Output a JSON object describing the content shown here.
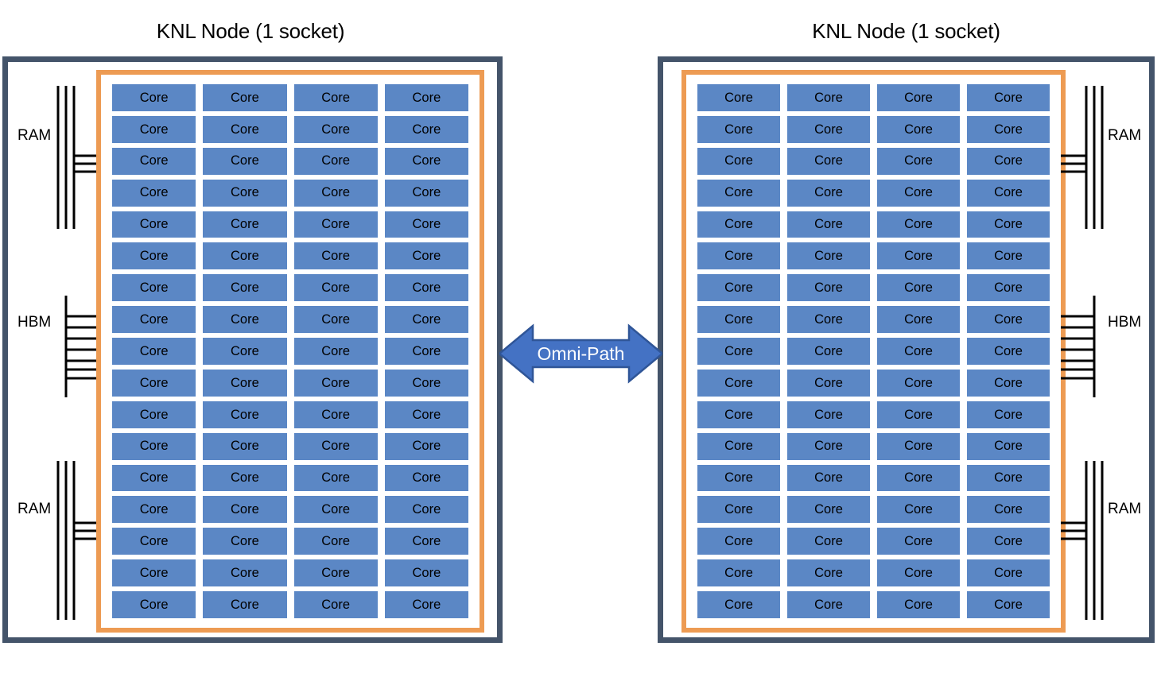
{
  "diagram": {
    "title_left": "KNL Node (1 socket)",
    "title_right": "KNL Node (1 socket)",
    "core_label": "Core",
    "core_rows": 17,
    "core_cols": 4,
    "core_count_per_node": 68,
    "interconnect_label": "Omni-Path",
    "colors": {
      "node_border": "#44546A",
      "core_group_border": "#ED9B53",
      "core_fill": "#5B87C5",
      "arrow_fill": "#4472C4",
      "arrow_border": "#2F5597",
      "arrow_text": "#FFFFFF",
      "background": "#FFFFFF",
      "text": "#000000"
    }
  },
  "left_node": {
    "title": "KNL Node (1 socket)",
    "memories": [
      {
        "label": "RAM",
        "kind": "ram",
        "position": "top"
      },
      {
        "label": "HBM",
        "kind": "hbm",
        "position": "middle"
      },
      {
        "label": "RAM",
        "kind": "ram",
        "position": "bottom"
      }
    ],
    "cores": [
      [
        "Core",
        "Core",
        "Core",
        "Core"
      ],
      [
        "Core",
        "Core",
        "Core",
        "Core"
      ],
      [
        "Core",
        "Core",
        "Core",
        "Core"
      ],
      [
        "Core",
        "Core",
        "Core",
        "Core"
      ],
      [
        "Core",
        "Core",
        "Core",
        "Core"
      ],
      [
        "Core",
        "Core",
        "Core",
        "Core"
      ],
      [
        "Core",
        "Core",
        "Core",
        "Core"
      ],
      [
        "Core",
        "Core",
        "Core",
        "Core"
      ],
      [
        "Core",
        "Core",
        "Core",
        "Core"
      ],
      [
        "Core",
        "Core",
        "Core",
        "Core"
      ],
      [
        "Core",
        "Core",
        "Core",
        "Core"
      ],
      [
        "Core",
        "Core",
        "Core",
        "Core"
      ],
      [
        "Core",
        "Core",
        "Core",
        "Core"
      ],
      [
        "Core",
        "Core",
        "Core",
        "Core"
      ],
      [
        "Core",
        "Core",
        "Core",
        "Core"
      ],
      [
        "Core",
        "Core",
        "Core",
        "Core"
      ],
      [
        "Core",
        "Core",
        "Core",
        "Core"
      ]
    ]
  },
  "right_node": {
    "title": "KNL Node (1 socket)",
    "memories": [
      {
        "label": "RAM",
        "kind": "ram",
        "position": "top"
      },
      {
        "label": "HBM",
        "kind": "hbm",
        "position": "middle"
      },
      {
        "label": "RAM",
        "kind": "ram",
        "position": "bottom"
      }
    ],
    "cores": [
      [
        "Core",
        "Core",
        "Core",
        "Core"
      ],
      [
        "Core",
        "Core",
        "Core",
        "Core"
      ],
      [
        "Core",
        "Core",
        "Core",
        "Core"
      ],
      [
        "Core",
        "Core",
        "Core",
        "Core"
      ],
      [
        "Core",
        "Core",
        "Core",
        "Core"
      ],
      [
        "Core",
        "Core",
        "Core",
        "Core"
      ],
      [
        "Core",
        "Core",
        "Core",
        "Core"
      ],
      [
        "Core",
        "Core",
        "Core",
        "Core"
      ],
      [
        "Core",
        "Core",
        "Core",
        "Core"
      ],
      [
        "Core",
        "Core",
        "Core",
        "Core"
      ],
      [
        "Core",
        "Core",
        "Core",
        "Core"
      ],
      [
        "Core",
        "Core",
        "Core",
        "Core"
      ],
      [
        "Core",
        "Core",
        "Core",
        "Core"
      ],
      [
        "Core",
        "Core",
        "Core",
        "Core"
      ],
      [
        "Core",
        "Core",
        "Core",
        "Core"
      ],
      [
        "Core",
        "Core",
        "Core",
        "Core"
      ],
      [
        "Core",
        "Core",
        "Core",
        "Core"
      ]
    ]
  },
  "interconnect": {
    "label": "Omni-Path",
    "direction": "bidirectional"
  }
}
